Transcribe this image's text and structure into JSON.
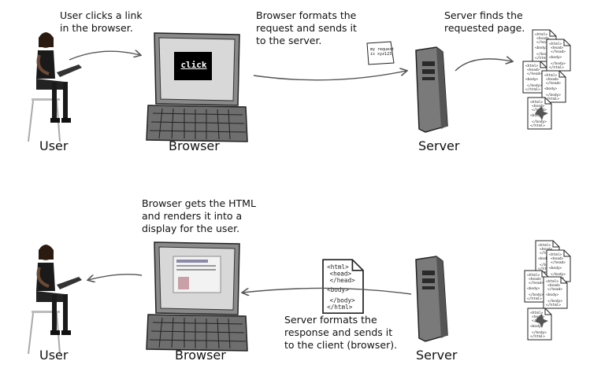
{
  "top": {
    "note_user_click": "User clicks a link\nin the browser.",
    "note_browser_request": "Browser formats the\nrequest and sends it\nto the server.",
    "note_server_find": "Server finds the\nrequested page.",
    "screen_text": "click",
    "request_paper_text": "my request\nis xyz123.",
    "label_user": "User",
    "label_browser": "Browser",
    "label_server": "Server"
  },
  "bottom": {
    "note_browser_render": "Browser gets the HTML\nand renders it into a\ndisplay for the user.",
    "note_server_response": "Server formats the\nresponse and sends it\nto the client (browser).",
    "label_user": "User",
    "label_browser": "Browser",
    "label_server": "Server"
  },
  "html_snippet_lines": [
    "<html>",
    "<head>",
    "</head>",
    "<body>",
    "</body>",
    "</html>"
  ]
}
